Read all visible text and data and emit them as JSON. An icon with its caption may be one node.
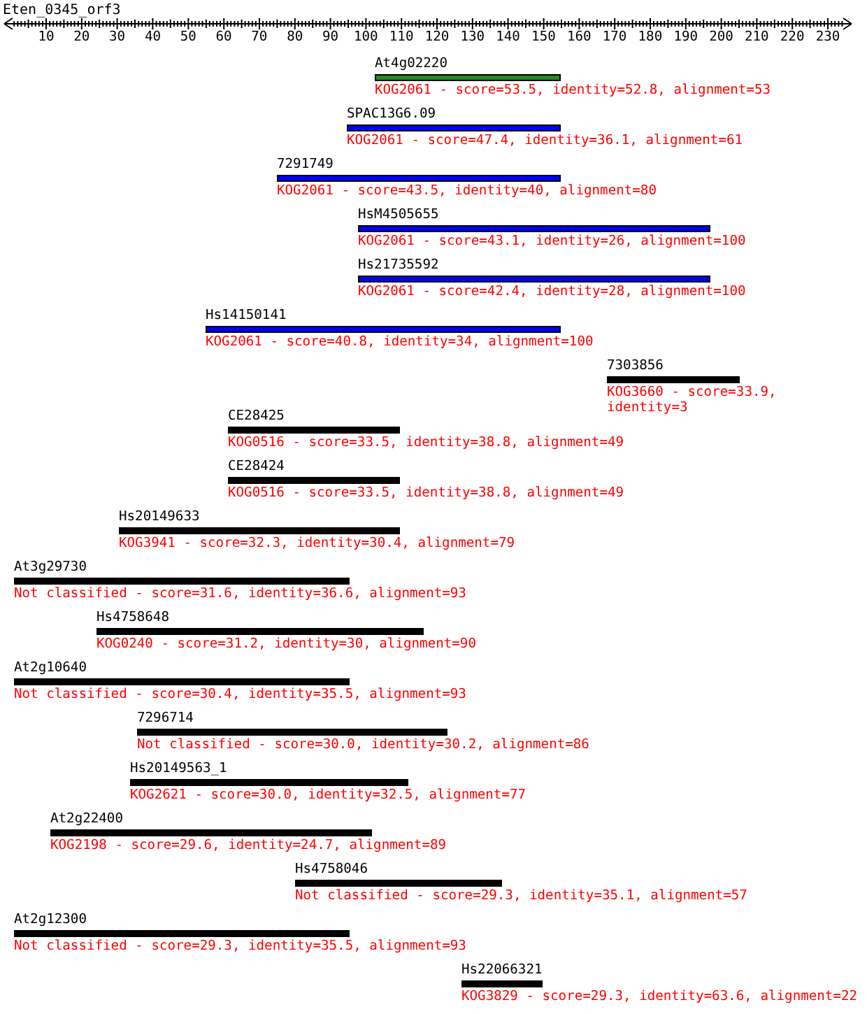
{
  "diagram": {
    "title": "Eten_0345_orf3",
    "nodes": [
      {
        "text": [
          "At4g02220",
          "KOG2061 - score=53.5, identity=52.8, alignment=53"
        ]
      },
      {
        "text": [
          "SPAC13G6.09",
          "KOG2061 - score=47.4, identity=36.1, alignment=61"
        ]
      },
      {
        "text": [
          "7291749",
          "KOG2061 - score=43.5, identity=40, alignment=80"
        ]
      },
      {
        "text": [
          "HsM4505655",
          "KOG2061 - score=43.1, identity=26, alignment=100"
        ]
      },
      {
        "text": [
          "Hs21735592",
          "KOG2061 - score=42.4, identity=28, alignment=100"
        ]
      },
      {
        "text": [
          "Hs14150141",
          "KOG2061 - score=40.8, identity=34, alignment=100"
        ]
      },
      {
        "text": [
          "7303856",
          "KOG3660 - score=33.9, identity=3"
        ]
      },
      {
        "text": [
          "CE28425",
          "KOG0516 - score=33.5, identity=38.8, alignment=49"
        ]
      },
      {
        "text": [
          "CE28424",
          "KOG0516 - score=33.5, identity=38.8, alignment=49"
        ]
      },
      {
        "text": [
          "Hs20149633",
          "KOG3941 - score=32.3, identity=30.4, alignment=79"
        ]
      },
      {
        "text": [
          "At3g29730",
          "Not classified - score=31.6, identity=36.6, alignment=93"
        ]
      },
      {
        "text": [
          "Hs4758648",
          "KOG0240 - score=31.2, identity=30, alignment=90"
        ]
      },
      {
        "text": [
          "At2g10640",
          "Not classified - score=30.4, identity=35.5, alignment=93"
        ]
      },
      {
        "text": [
          "7296714",
          "Not classified - score=30.0, identity=30.2, alignment=86"
        ]
      },
      {
        "text": [
          "Hs20149563_1",
          "KOG2621 - score=30.0, identity=32.5, alignment=77"
        ]
      },
      {
        "text": [
          "At2g22400",
          "KOG2198 - score=29.6, identity=24.7, alignment=89"
        ]
      },
      {
        "text": [
          "Hs4758046",
          "Not classified - score=29.3, identity=35.1, alignment=57"
        ]
      },
      {
        "text": [
          "At2g12300",
          "Not classified - score=29.3, identity=35.5, alignment=93"
        ]
      },
      {
        "text": [
          "Hs22066321",
          "KOG3829 - score=29.3, identity=63.6, alignment=22"
        ]
      }
    ],
    "labels": [
      "10",
      "20",
      "30",
      "40",
      "50",
      "60",
      "70",
      "80",
      "90",
      "100",
      "110",
      "120",
      "130",
      "140",
      "150",
      "160",
      "170",
      "180",
      "190",
      "200",
      "210",
      "220",
      "230"
    ]
  }
}
